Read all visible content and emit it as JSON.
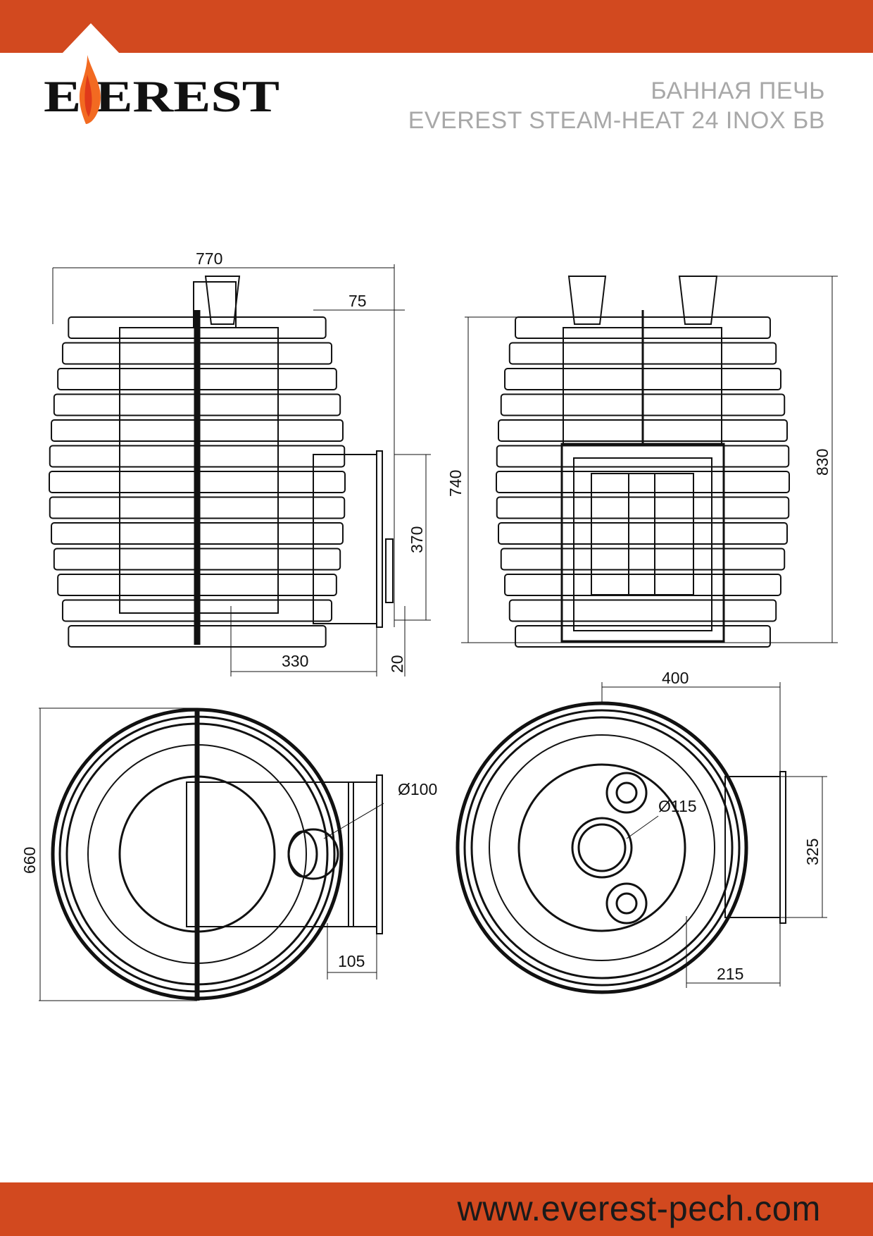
{
  "brand": {
    "logo_text": "EVEREST",
    "accent": "#d2491f",
    "flame": "#f26a21"
  },
  "header": {
    "line1": "БАННАЯ ПЕЧЬ",
    "line2": "EVEREST STEAM-HEAT 24 INOX БВ"
  },
  "footer": {
    "url": "www.everest-pech.com"
  },
  "dimensions": {
    "front": {
      "width": "770",
      "offset": "75",
      "height_tank": "370",
      "depth_tank": "330",
      "gap": "20"
    },
    "side": {
      "height": "740",
      "total_height": "830"
    },
    "top_left": {
      "diameter": "660",
      "chimney": "Ø100",
      "tank_offset": "105"
    },
    "top_right": {
      "width": "400",
      "chimney": "Ø115",
      "tank_width": "325",
      "tank_offset": "215"
    }
  }
}
